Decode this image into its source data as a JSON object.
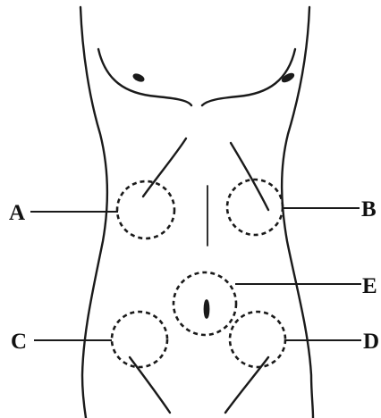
{
  "labels": {
    "A": "A",
    "B": "B",
    "C": "C",
    "D": "D",
    "E": "E"
  },
  "colors": {
    "line": "#1a1a1a",
    "background": "#ffffff"
  }
}
